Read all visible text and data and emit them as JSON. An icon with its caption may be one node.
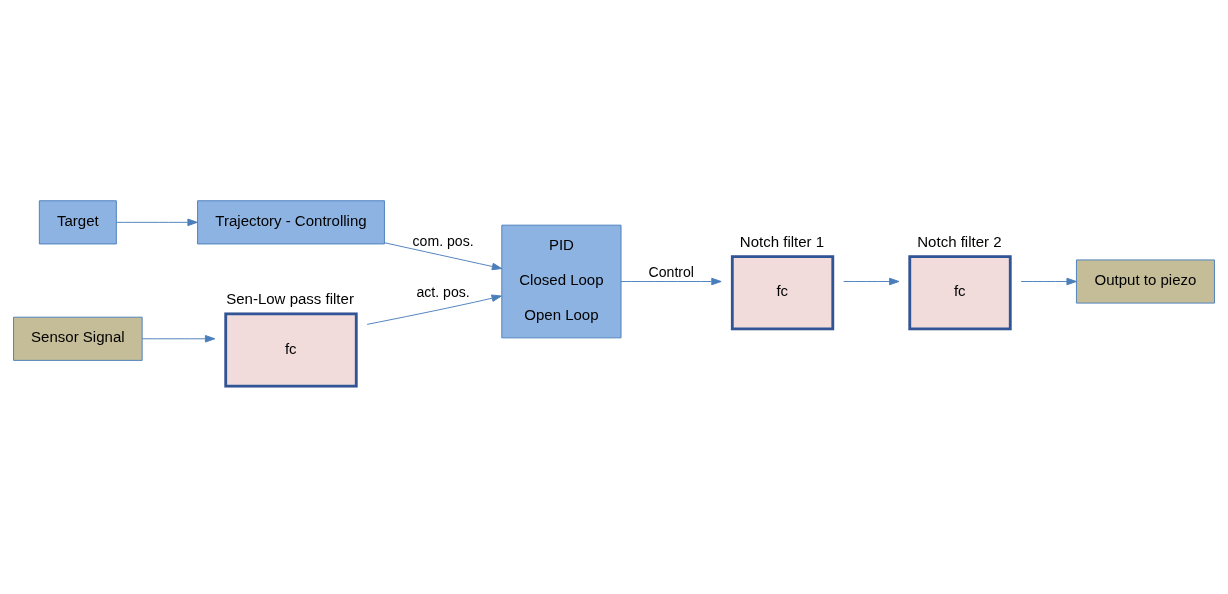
{
  "diagram": {
    "nodes": [
      {
        "text": [
          "Target"
        ]
      },
      {
        "text": [
          "Trajectory - Controlling"
        ]
      },
      {
        "text": [
          "PID",
          "Closed Loop",
          "Open Loop"
        ]
      },
      {
        "text": [
          "Sensor Signal"
        ]
      },
      {
        "text": [
          "Sen-Low pass filter",
          "fc"
        ]
      },
      {
        "text": [
          "Notch filter 2",
          "fc"
        ]
      },
      {
        "text": [
          "Notch filter 1",
          "fc"
        ]
      },
      {
        "text": [
          "Output to piezo"
        ]
      }
    ],
    "edges": [
      {
        "from": 0,
        "to": 1,
        "arrow": "to"
      },
      {
        "from": 1,
        "to": 2,
        "arrow": "to",
        "label": "com. pos."
      },
      {
        "from": 3,
        "to": 4,
        "arrow": "to"
      },
      {
        "from": 4,
        "to": 2,
        "arrow": "to",
        "label": "act. pos."
      },
      {
        "from": 2,
        "to": 6,
        "arrow": "to",
        "label": "Control"
      },
      {
        "from": 6,
        "to": 5,
        "arrow": "to"
      },
      {
        "from": 5,
        "to": 7,
        "arrow": "to"
      }
    ]
  }
}
